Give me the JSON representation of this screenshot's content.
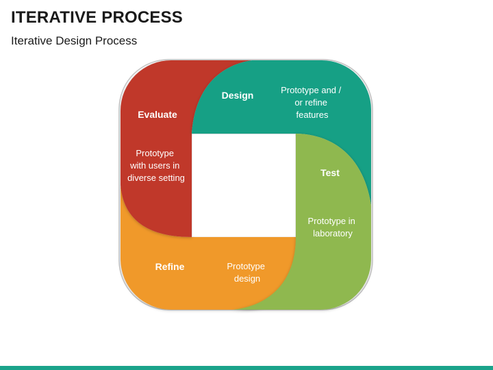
{
  "title": "ITERATIVE PROCESS",
  "subtitle": "Iterative Design Process",
  "stages": {
    "evaluate": {
      "name": "Evaluate",
      "desc": [
        "Prototype",
        "with users  in",
        "diverse setting"
      ],
      "color": "#c0392b"
    },
    "design": {
      "name": "Design",
      "desc": [
        "Prototype and /",
        "or refine",
        "features"
      ],
      "color": "#16a085"
    },
    "test": {
      "name": "Test",
      "desc": [
        "Prototype in",
        "laboratory"
      ],
      "color": "#8fb850"
    },
    "refine": {
      "name": "Refine",
      "desc": [
        "Prototype",
        "design"
      ],
      "color": "#f0992a"
    }
  },
  "colors": {
    "bottom_bar": "#1aa38a",
    "outline": "#c7c7c7"
  }
}
